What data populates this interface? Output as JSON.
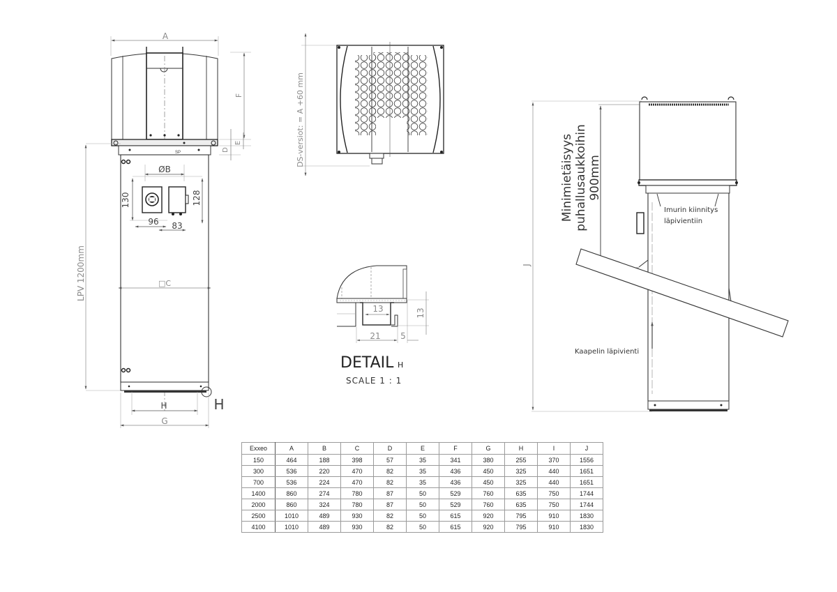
{
  "front_view": {
    "dim_A": "A",
    "dim_F": "F",
    "dim_E": "E",
    "dim_D": "D",
    "dim_B": "ØB",
    "dim_130": "130",
    "dim_128": "128",
    "dim_96": "96",
    "dim_83": "83",
    "dim_C": "□C",
    "dim_LPV": "LPV 1200mm",
    "dim_H": "H",
    "dim_G": "G",
    "detail_marker": "H"
  },
  "top_view": {
    "ds_note": "DS-versiot: = A +60 mm"
  },
  "detail": {
    "dim_13_horizontal": "13",
    "dim_13_vertical": "13",
    "dim_21": "21",
    "dim_5": "5",
    "title": "DETAIL",
    "title_suffix": "H",
    "scale": "SCALE 1 : 1"
  },
  "side_view": {
    "min_distance_line1": "Minimietäisyys",
    "min_distance_line2": "puhallusaukkoihin",
    "min_distance_line3": "900mm",
    "dim_J": "J",
    "note_mounting_line1": "Imurin kiinnitys",
    "note_mounting_line2": "läpivientiin",
    "note_cable": "Kaapelin läpivienti"
  },
  "spec_table": {
    "headers": [
      "Exxeo",
      "A",
      "B",
      "C",
      "D",
      "E",
      "F",
      "G",
      "H",
      "I",
      "J"
    ],
    "rows": [
      [
        "150",
        "464",
        "188",
        "398",
        "57",
        "35",
        "341",
        "380",
        "255",
        "370",
        "1556"
      ],
      [
        "300",
        "536",
        "220",
        "470",
        "82",
        "35",
        "436",
        "450",
        "325",
        "440",
        "1651"
      ],
      [
        "700",
        "536",
        "224",
        "470",
        "82",
        "35",
        "436",
        "450",
        "325",
        "440",
        "1651"
      ],
      [
        "1400",
        "860",
        "274",
        "780",
        "87",
        "50",
        "529",
        "760",
        "635",
        "750",
        "1744"
      ],
      [
        "2000",
        "860",
        "324",
        "780",
        "87",
        "50",
        "529",
        "760",
        "635",
        "750",
        "1744"
      ],
      [
        "2500",
        "1010",
        "489",
        "930",
        "82",
        "50",
        "615",
        "920",
        "795",
        "910",
        "1830"
      ],
      [
        "4100",
        "1010",
        "489",
        "930",
        "82",
        "50",
        "615",
        "920",
        "795",
        "910",
        "1830"
      ]
    ]
  }
}
